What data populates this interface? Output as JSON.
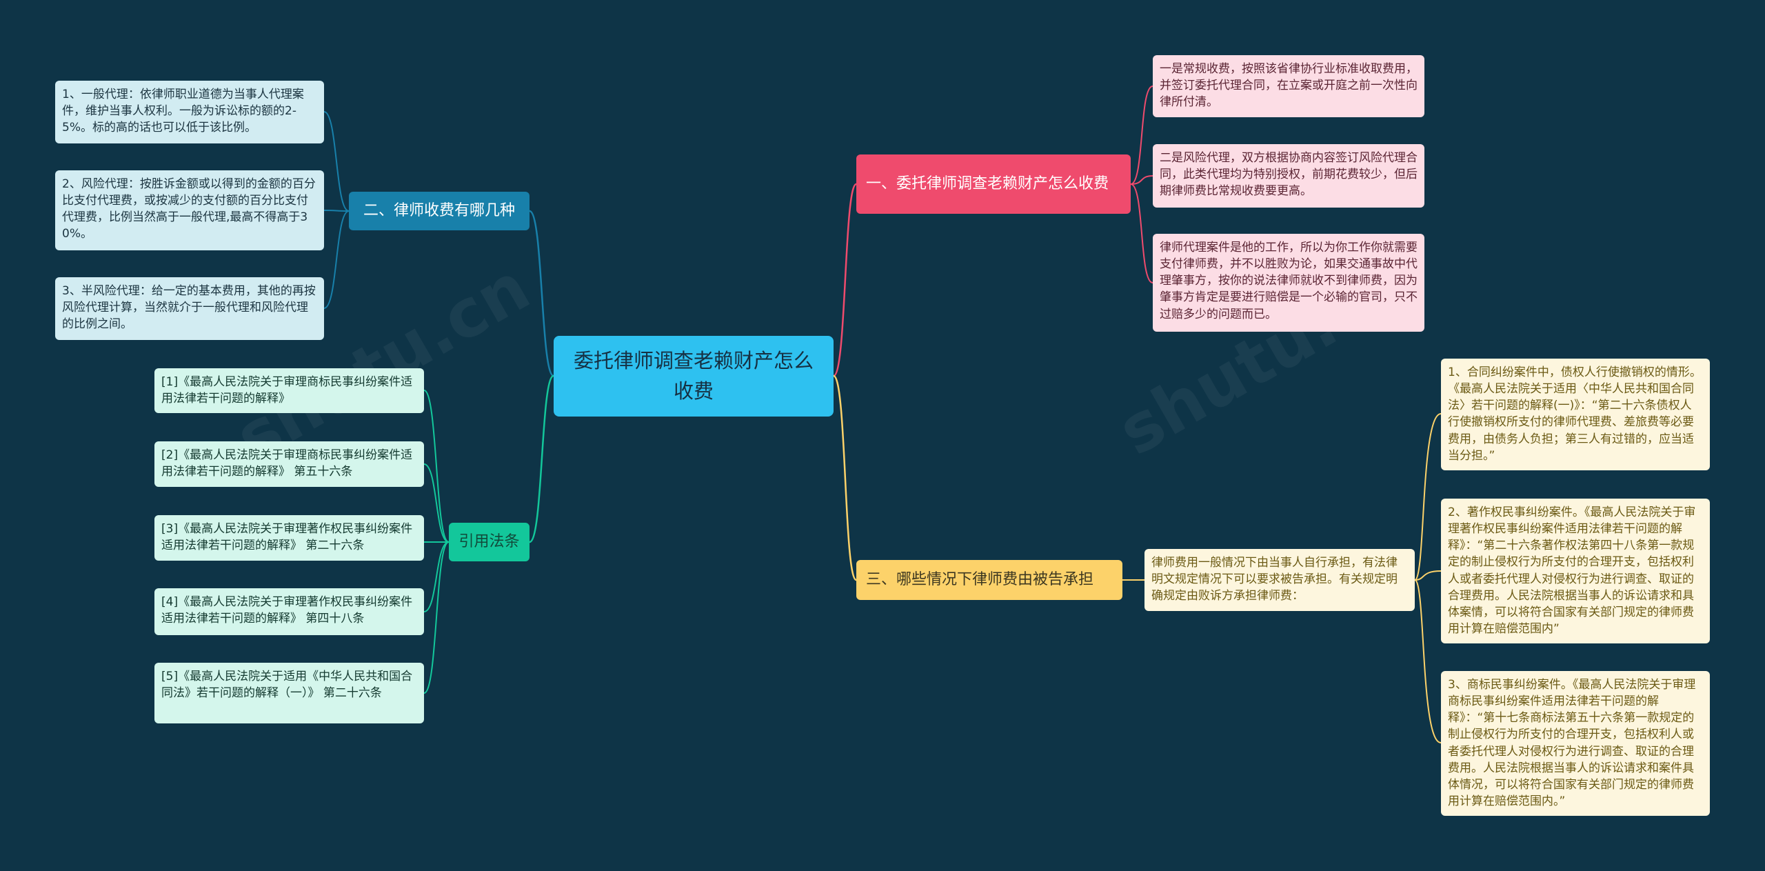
{
  "root": {
    "label": "委托律师调查老赖财产怎么收费"
  },
  "branches": {
    "b1": {
      "label": "一、委托律师调查老赖财产怎么收费",
      "color": "#ef4b6d",
      "leaves": [
        "一是常规收费，按照该省律协行业标准收取费用，并签订委托代理合同，在立案或开庭之前一次性向律所付清。",
        "二是风险代理，双方根据协商内容签订风险代理合同，此类代理均为特别授权，前期花费较少，但后期律师费比常规收费要更高。",
        "律师代理案件是他的工作，所以为你工作你就需要支付律师费，并不以胜败为论，如果交通事故中代理肇事方，按你的说法律师就收不到律师费，因为肇事方肯定是要进行赔偿是一个必输的官司，只不过赔多少的问题而已。"
      ]
    },
    "b2": {
      "label": "二、律师收费有哪几种",
      "color": "#1880aa",
      "leaves": [
        "1、一般代理：依律师职业道德为当事人代理案件，维护当事人权利。一般为诉讼标的额的2-5%。标的高的话也可以低于该比例。",
        "2、风险代理：按胜诉金额或以得到的金额的百分比支付代理费，或按减少的支付额的百分比支付代理费，比例当然高于一般代理,最高不得高于30%。",
        "3、半风险代理：给一定的基本费用，其他的再按风险代理计算，当然就介于一般代理和风险代理的比例之间。"
      ]
    },
    "b3": {
      "label": "三、哪些情况下律师费由被告承担",
      "color": "#fcd26a",
      "mid": "律师费用一般情况下由当事人自行承担，有法律明文规定情况下可以要求被告承担。有关规定明确规定由败诉方承担律师费：",
      "leaves": [
        "1、合同纠纷案件中，债权人行使撤销权的情形。《最高人民法院关于适用〈中华人民共和国合同法〉若干问题的解释(一)》：“第二十六条债权人行使撤销权所支付的律师代理费、差旅费等必要费用，由债务人负担；第三人有过错的，应当适当分担。”",
        "2、著作权民事纠纷案件。《最高人民法院关于审理著作权民事纠纷案件适用法律若干问题的解释》：“第二十六条著作权法第四十八条第一款规定的制止侵权行为所支付的合理开支，包括权利人或者委托代理人对侵权行为进行调查、取证的合理费用。人民法院根据当事人的诉讼请求和具体案情，可以将符合国家有关部门规定的律师费用计算在赔偿范围内”",
        "3、商标民事纠纷案件。《最高人民法院关于审理商标民事纠纷案件适用法律若干问题的解释》：“第十七条商标法第五十六条第一款规定的制止侵权行为所支付的合理开支，包括权利人或者委托代理人对侵权行为进行调查、取证的合理费用。人民法院根据当事人的诉讼请求和案件具体情况，可以将符合国家有关部门规定的律师费用计算在赔偿范围内。”"
      ]
    },
    "b4": {
      "label": "引用法条",
      "color": "#13c79b",
      "leaves": [
        "[1]《最高人民法院关于审理商标民事纠纷案件适用法律若干问题的解释》",
        "[2]《最高人民法院关于审理商标民事纠纷案件适用法律若干问题的解释》 第五十六条",
        "[3]《最高人民法院关于审理著作权民事纠纷案件适用法律若干问题的解释》 第二十六条",
        "[4]《最高人民法院关于审理著作权民事纠纷案件适用法律若干问题的解释》 第四十八条",
        "[5]《最高人民法院关于适用《中华人民共和国合同法》若干问题的解释（一）》 第二十六条"
      ]
    }
  }
}
